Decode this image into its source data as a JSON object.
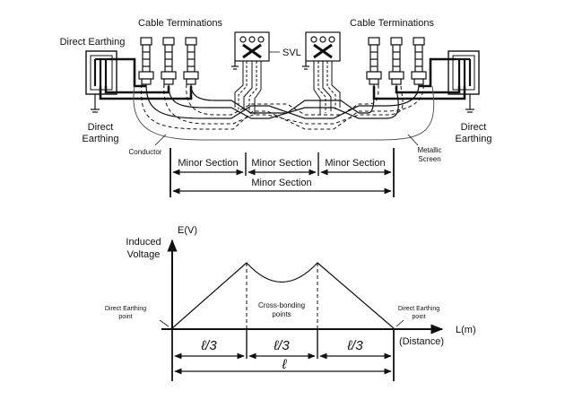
{
  "top": {
    "cable_terminations_left": "Cable Terminations",
    "cable_terminations_right": "Cable Terminations",
    "direct_earthing_top_left": "Direct Earthing",
    "svl": "SVL",
    "direct_earthing_left_1": "Direct",
    "direct_earthing_left_2": "Earthing",
    "direct_earthing_right_1": "Direct",
    "direct_earthing_right_2": "Earthing",
    "conductor": "Conductor",
    "metallic_1": "Metallic",
    "metallic_2": "Screen",
    "minor_section_1": "Minor Section",
    "minor_section_2": "Minor Section",
    "minor_section_3": "Minor Section",
    "minor_section_total": "Minor Section"
  },
  "bottom": {
    "y_axis": "E(V)",
    "induced_1": "Induced",
    "induced_2": "Voltage",
    "x_axis": "L(m)",
    "distance": "(Distance)",
    "de_left_1": "Direct Earthing",
    "de_left_2": "point",
    "de_right_1": "Direct Earthing",
    "de_right_2": "point",
    "cross_1": "Cross-bonding",
    "cross_2": "points",
    "third_1": "ℓ/3",
    "third_2": "ℓ/3",
    "third_3": "ℓ/3",
    "total": "ℓ"
  }
}
